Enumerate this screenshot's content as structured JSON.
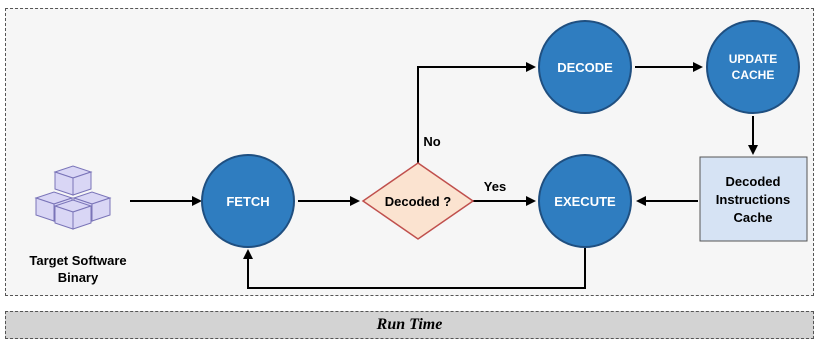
{
  "footer": {
    "label": "Run Time"
  },
  "source": {
    "label_line1": "Target Software",
    "label_line2": "Binary",
    "icon": "cubes-icon"
  },
  "nodes": {
    "fetch": "FETCH",
    "decision": "Decoded ?",
    "decode": "DECODE",
    "update_cache_line1": "UPDATE",
    "update_cache_line2": "CACHE",
    "execute": "EXECUTE",
    "cache_line1": "Decoded",
    "cache_line2": "Instructions",
    "cache_line3": "Cache"
  },
  "edges": {
    "no": "No",
    "yes": "Yes"
  },
  "colors": {
    "circle_fill": "#2f7dc0",
    "circle_stroke": "#1f4f80",
    "diamond_fill": "#fbe3d0",
    "diamond_stroke": "#c0504d",
    "cache_fill": "#d6e3f4",
    "cube_fill": "#d9d6f5",
    "cube_stroke": "#7a74b8"
  }
}
